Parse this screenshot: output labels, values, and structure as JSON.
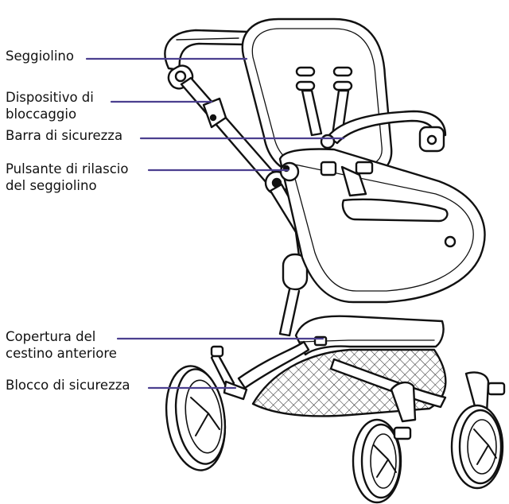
{
  "labels": {
    "seat": "Seggiolino",
    "lock_line1": "Dispositivo di",
    "lock_line2": "bloccaggio",
    "safety_bar": "Barra di sicurezza",
    "release_line1": "Pulsante di rilascio",
    "release_line2": "del seggiolino",
    "basket_line1": "Copertura del",
    "basket_line2": "cestino anteriore",
    "safety_lock": "Blocco di sicurezza"
  },
  "colors": {
    "leader_line": "#4b3f8f",
    "outline": "#111111",
    "background": "#ffffff"
  }
}
